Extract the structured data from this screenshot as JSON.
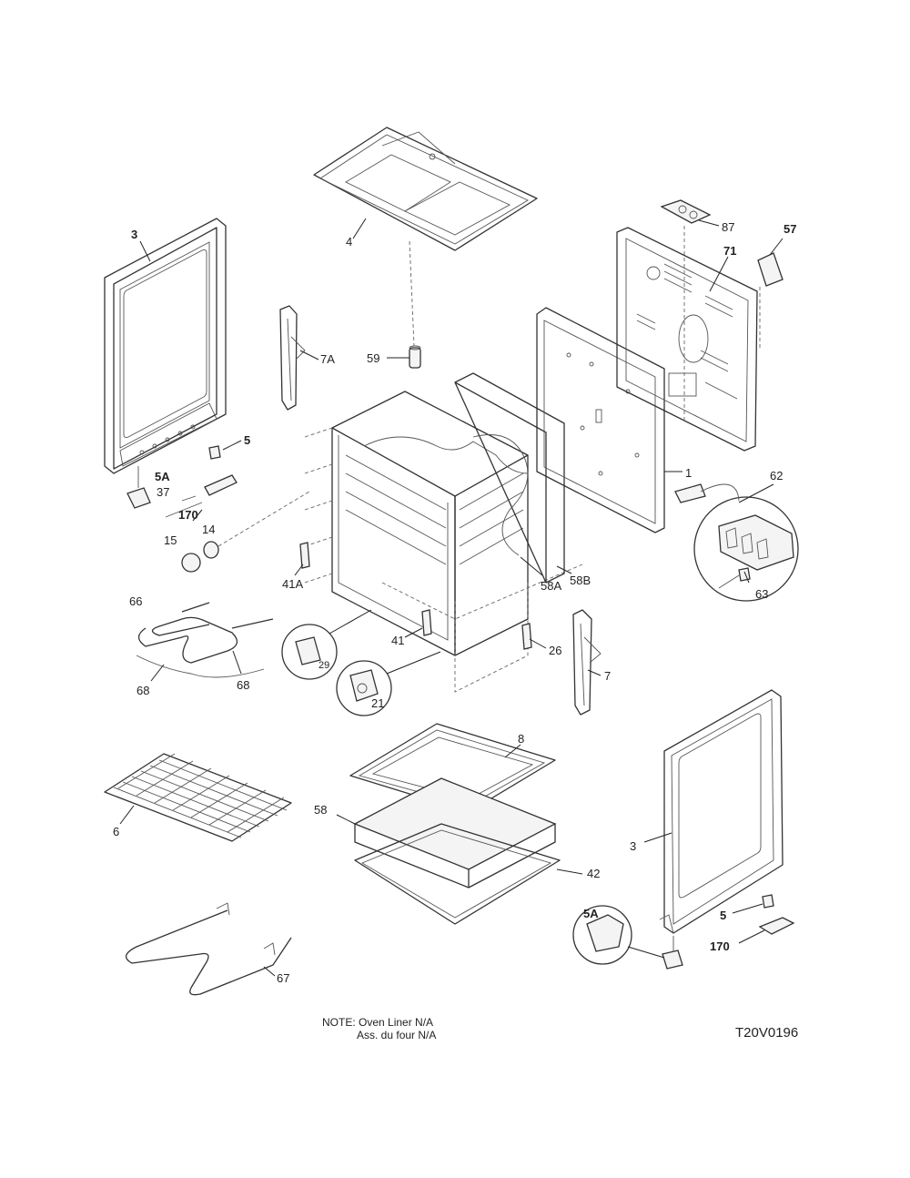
{
  "note": {
    "line1": "NOTE: Oven Liner N/A",
    "line2": "Ass. du four N/A"
  },
  "diagram_code": "T20V0196",
  "labels": {
    "p3_left": "3",
    "p4": "4",
    "p87": "87",
    "p57": "57",
    "p71": "71",
    "p7A": "7A",
    "p59": "59",
    "p5_left": "5",
    "p5A_left": "5A",
    "p37": "37",
    "p170_left": "170",
    "p14": "14",
    "p15": "15",
    "p1": "1",
    "p62": "62",
    "p41A": "41A",
    "p58A": "58A",
    "p58B": "58B",
    "p63": "63",
    "p66": "66",
    "p29": "29",
    "p41": "41",
    "p26": "26",
    "p68_left": "68",
    "p68_right": "68",
    "p21": "21",
    "p7": "7",
    "p8": "8",
    "p6": "6",
    "p58": "58",
    "p3_right": "3",
    "p42": "42",
    "p5A_right": "5A",
    "p5_right": "5",
    "p170_right": "170",
    "p67": "67"
  }
}
